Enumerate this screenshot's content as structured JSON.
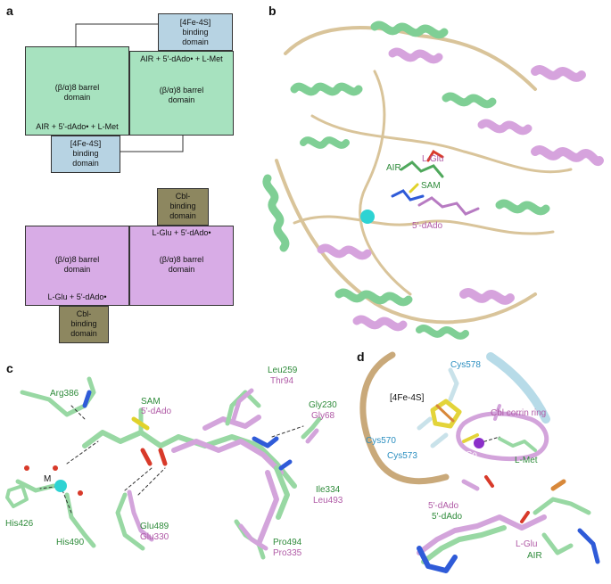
{
  "panels": {
    "a": "a",
    "b": "b",
    "c": "c",
    "d": "d"
  },
  "panel_a": {
    "top": {
      "fes_top": [
        "[4Fe-4S]",
        "binding",
        "domain"
      ],
      "barrel_left": [
        "(β/α)8 barrel",
        "domain"
      ],
      "barrel_right": [
        "(β/α)8 barrel",
        "domain"
      ],
      "ligand_right": "AIR + 5′-dAdo• + L-Met",
      "ligand_left": "AIR + 5′-dAdo• + L-Met",
      "fes_bottom": [
        "[4Fe-4S]",
        "binding",
        "domain"
      ]
    },
    "bottom": {
      "cbl_top": [
        "Cbl-",
        "binding",
        "domain"
      ],
      "barrel_left": [
        "(β/α)8 barrel",
        "domain"
      ],
      "barrel_right": [
        "(β/α)8 barrel",
        "domain"
      ],
      "ligand_right": "L-Glu + 5′-dAdo•",
      "ligand_left": "L-Glu + 5′-dAdo•",
      "cbl_bottom": [
        "Cbl-",
        "binding",
        "domain"
      ]
    }
  },
  "panel_b": {
    "labels": {
      "lglu": "L-Glu",
      "air": "AIR",
      "sam": "SAM",
      "dado": "5′-dAdo"
    }
  },
  "panel_c": {
    "labels": {
      "arg386": "Arg386",
      "sam": "SAM",
      "dado": "5′-dAdo",
      "leu259": "Leu259",
      "thr94": "Thr94",
      "gly230": "Gly230",
      "gly68": "Gly68",
      "m": "M",
      "his426": "His426",
      "his490": "His490",
      "glu489": "Glu489",
      "glu330": "Glu330",
      "ile334": "Ile334",
      "leu493": "Leu493",
      "pro494": "Pro494",
      "pro335": "Pro335"
    }
  },
  "panel_d": {
    "labels": {
      "cys578": "Cys578",
      "fes": "[4Fe-4S]",
      "cbl": "Cbl corrin ring",
      "cys570": "Cys570",
      "cys573": "Cys573",
      "co": "Co",
      "lmet": "L-Met",
      "dado_p": "5′-dAdo",
      "dado_g": "5′-dAdo",
      "lglu": "L-Glu",
      "air": "AIR"
    }
  },
  "colors": {
    "green_domain": "#a7e2bf",
    "blue_domain": "#b7d3e3",
    "pink_domain": "#d8ace6",
    "olive_domain": "#8d8760",
    "green_label": "#2e8b3a",
    "pink_label": "#b05aa6",
    "cyan_label": "#2c8fc0"
  }
}
